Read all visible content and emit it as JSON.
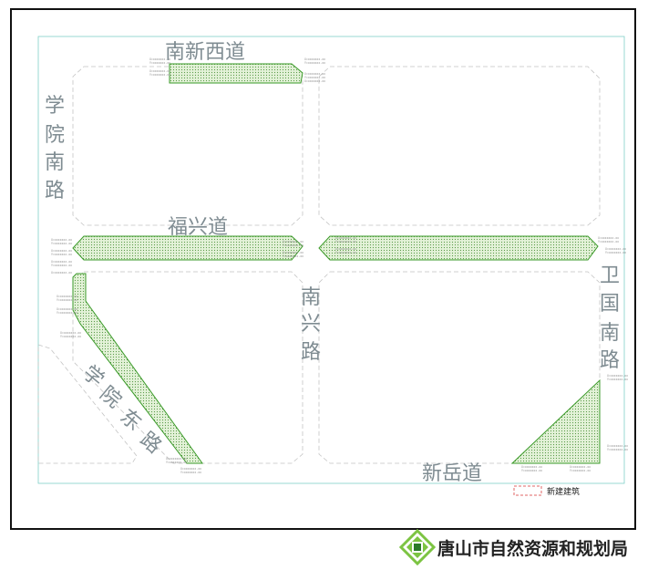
{
  "map": {
    "roads": {
      "nanxin_west": "南新西道",
      "xueyuan_south": "学院南路",
      "fuxing": "福兴道",
      "nanxing": "南兴路",
      "weiguo_south": "卫国南路",
      "xueyuan_east": "学院东路",
      "xinyue": "新岳道"
    },
    "legend": {
      "new_building": "新建建筑",
      "swatch_color": "#e06666"
    },
    "footer": {
      "agency": "唐山市自然资源和规划局",
      "logo_color": "#7cc442"
    },
    "colors": {
      "parcel_fill": "#d9efcb",
      "parcel_stroke": "#2e8b1e",
      "road_text": "#7f8c92"
    }
  }
}
